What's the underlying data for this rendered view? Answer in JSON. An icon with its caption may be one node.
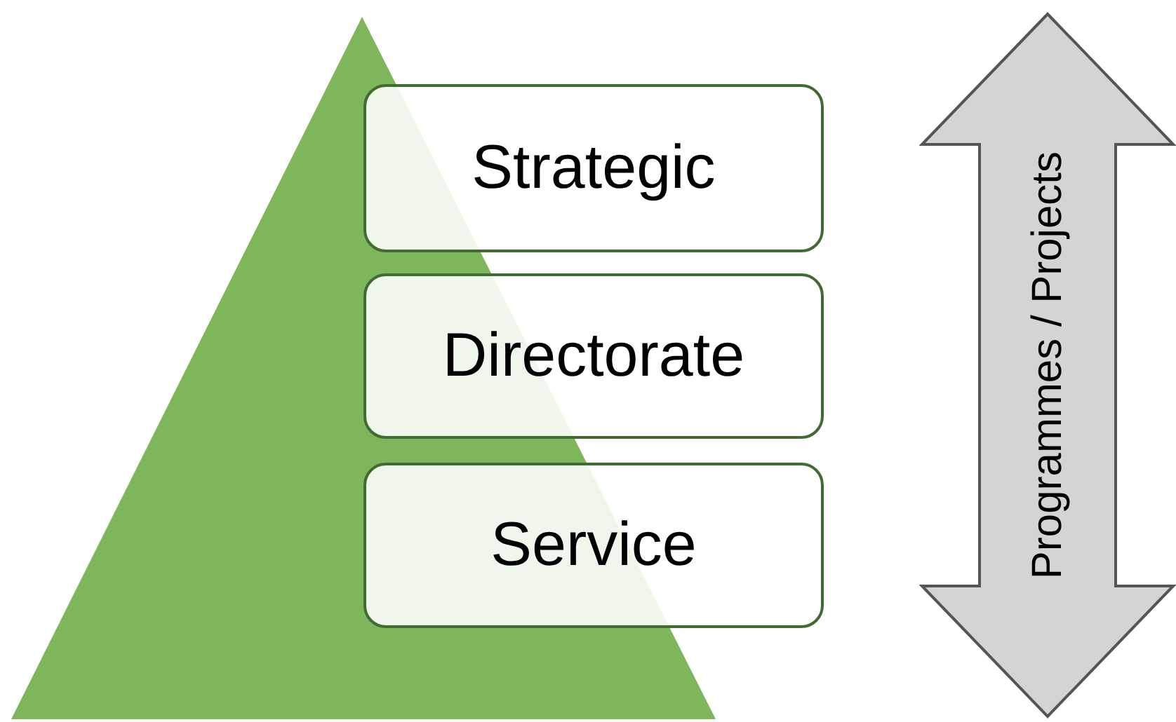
{
  "diagram": {
    "nodes": [
      {
        "text": [
          "Strategic"
        ]
      },
      {
        "text": [
          "Directorate"
        ]
      },
      {
        "text": [
          "Service"
        ]
      },
      {
        "text": [
          "Programmes / Projects"
        ]
      }
    ]
  }
}
